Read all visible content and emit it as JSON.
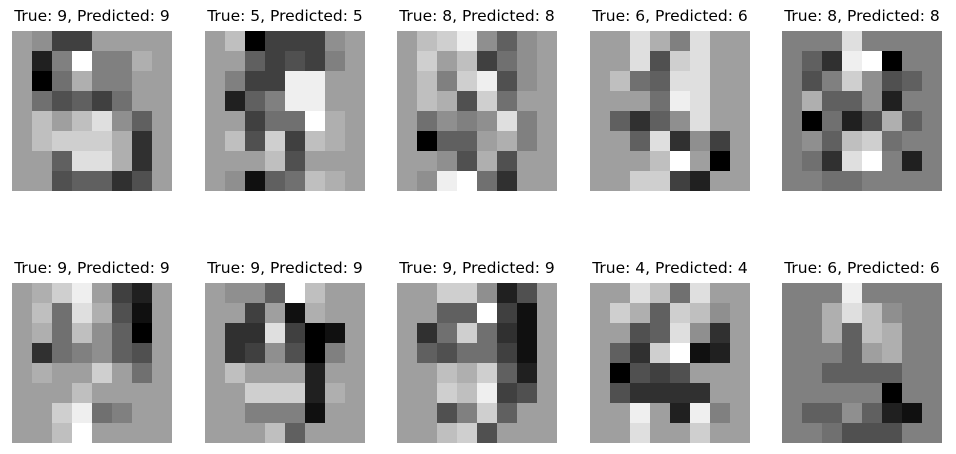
{
  "figure": {
    "panels": [
      {
        "title": "True: 9, Predicted: 9",
        "pixels": [
          [
            6,
            7,
            12,
            12,
            6,
            6,
            6,
            6
          ],
          [
            6,
            14,
            8,
            0,
            8,
            8,
            5,
            6
          ],
          [
            6,
            16,
            9,
            5,
            8,
            8,
            6,
            6
          ],
          [
            6,
            9,
            11,
            10,
            12,
            9,
            6,
            6
          ],
          [
            6,
            4,
            6,
            4,
            2,
            7,
            10,
            6
          ],
          [
            6,
            4,
            3,
            3,
            3,
            5,
            13,
            6
          ],
          [
            6,
            6,
            10,
            2,
            2,
            5,
            13,
            6
          ],
          [
            6,
            6,
            11,
            10,
            10,
            13,
            11,
            6
          ]
        ]
      },
      {
        "title": "True: 5, Predicted: 5",
        "pixels": [
          [
            6,
            4,
            16,
            12,
            12,
            12,
            7,
            6
          ],
          [
            6,
            6,
            10,
            12,
            11,
            12,
            8,
            6
          ],
          [
            6,
            8,
            12,
            12,
            1,
            1,
            6,
            6
          ],
          [
            6,
            14,
            10,
            8,
            1,
            1,
            6,
            6
          ],
          [
            6,
            6,
            12,
            9,
            9,
            0,
            5,
            6
          ],
          [
            6,
            4,
            11,
            3,
            12,
            4,
            5,
            6
          ],
          [
            6,
            6,
            6,
            4,
            11,
            6,
            6,
            6
          ],
          [
            6,
            7,
            15,
            10,
            9,
            4,
            5,
            6
          ]
        ]
      },
      {
        "title": "True: 8, Predicted: 8",
        "pixels": [
          [
            6,
            4,
            3,
            1,
            7,
            10,
            7,
            6
          ],
          [
            6,
            3,
            6,
            4,
            12,
            9,
            7,
            6
          ],
          [
            6,
            4,
            8,
            3,
            1,
            11,
            7,
            6
          ],
          [
            6,
            4,
            5,
            11,
            3,
            9,
            6,
            6
          ],
          [
            6,
            9,
            7,
            8,
            7,
            2,
            8,
            6
          ],
          [
            6,
            16,
            10,
            10,
            6,
            5,
            8,
            6
          ],
          [
            6,
            6,
            7,
            11,
            5,
            11,
            6,
            6
          ],
          [
            6,
            7,
            1,
            0,
            9,
            13,
            6,
            6
          ]
        ]
      },
      {
        "title": "True: 6, Predicted: 6",
        "pixels": [
          [
            6,
            6,
            2,
            5,
            8,
            2,
            6,
            6
          ],
          [
            6,
            6,
            2,
            11,
            3,
            2,
            6,
            6
          ],
          [
            6,
            4,
            9,
            10,
            2,
            2,
            6,
            6
          ],
          [
            6,
            6,
            6,
            9,
            1,
            2,
            6,
            6
          ],
          [
            6,
            10,
            13,
            10,
            7,
            2,
            6,
            6
          ],
          [
            6,
            6,
            10,
            2,
            13,
            7,
            12,
            6
          ],
          [
            6,
            6,
            6,
            4,
            0,
            6,
            16,
            6
          ],
          [
            6,
            6,
            3,
            3,
            12,
            14,
            6,
            6
          ]
        ]
      },
      {
        "title": "True: 8, Predicted: 8",
        "pixels": [
          [
            8,
            8,
            8,
            2,
            8,
            8,
            8,
            8
          ],
          [
            8,
            10,
            13,
            1,
            0,
            16,
            8,
            8
          ],
          [
            8,
            11,
            8,
            3,
            7,
            11,
            10,
            8
          ],
          [
            8,
            5,
            10,
            10,
            7,
            14,
            8,
            8
          ],
          [
            8,
            16,
            9,
            14,
            11,
            5,
            10,
            8
          ],
          [
            8,
            7,
            10,
            4,
            3,
            9,
            8,
            8
          ],
          [
            8,
            9,
            13,
            2,
            0,
            8,
            14,
            8
          ],
          [
            8,
            8,
            9,
            9,
            8,
            8,
            8,
            8
          ]
        ]
      },
      {
        "title": "True: 9, Predicted: 9",
        "pixels": [
          [
            6,
            5,
            3,
            1,
            6,
            12,
            14,
            6
          ],
          [
            6,
            4,
            9,
            2,
            5,
            11,
            15,
            6
          ],
          [
            6,
            5,
            9,
            4,
            7,
            10,
            16,
            6
          ],
          [
            6,
            13,
            9,
            8,
            7,
            10,
            11,
            6
          ],
          [
            6,
            5,
            6,
            6,
            3,
            6,
            9,
            6
          ],
          [
            6,
            6,
            6,
            4,
            6,
            6,
            6,
            6
          ],
          [
            6,
            6,
            3,
            1,
            9,
            8,
            6,
            6
          ],
          [
            6,
            6,
            4,
            0,
            6,
            6,
            6,
            6
          ]
        ]
      },
      {
        "title": "True: 9, Predicted: 9",
        "pixels": [
          [
            6,
            7,
            7,
            10,
            0,
            4,
            6,
            6
          ],
          [
            6,
            6,
            12,
            6,
            15,
            5,
            6,
            6
          ],
          [
            6,
            13,
            13,
            2,
            12,
            16,
            15,
            6
          ],
          [
            6,
            13,
            12,
            7,
            11,
            16,
            8,
            6
          ],
          [
            6,
            4,
            6,
            6,
            6,
            14,
            6,
            6
          ],
          [
            6,
            6,
            3,
            3,
            3,
            14,
            5,
            6
          ],
          [
            6,
            6,
            8,
            8,
            8,
            15,
            6,
            6
          ],
          [
            6,
            6,
            6,
            4,
            10,
            6,
            6,
            6
          ]
        ]
      },
      {
        "title": "True: 9, Predicted: 9",
        "pixels": [
          [
            6,
            6,
            3,
            3,
            7,
            14,
            11,
            6
          ],
          [
            6,
            6,
            10,
            10,
            0,
            12,
            15,
            6
          ],
          [
            6,
            13,
            9,
            3,
            9,
            13,
            15,
            6
          ],
          [
            6,
            10,
            11,
            9,
            9,
            12,
            15,
            6
          ],
          [
            6,
            6,
            4,
            5,
            3,
            10,
            14,
            6
          ],
          [
            6,
            6,
            3,
            4,
            1,
            12,
            11,
            6
          ],
          [
            6,
            6,
            11,
            8,
            3,
            10,
            6,
            6
          ],
          [
            6,
            6,
            4,
            3,
            11,
            6,
            6,
            6
          ]
        ]
      },
      {
        "title": "True: 4, Predicted: 4",
        "pixels": [
          [
            6,
            6,
            2,
            4,
            9,
            2,
            6,
            6
          ],
          [
            6,
            3,
            5,
            10,
            3,
            4,
            7,
            6
          ],
          [
            6,
            6,
            11,
            10,
            2,
            7,
            13,
            6
          ],
          [
            6,
            10,
            13,
            3,
            0,
            15,
            14,
            6
          ],
          [
            6,
            16,
            11,
            12,
            11,
            6,
            6,
            6
          ],
          [
            6,
            11,
            13,
            13,
            13,
            13,
            6,
            6
          ],
          [
            6,
            6,
            1,
            6,
            14,
            1,
            8,
            6
          ],
          [
            6,
            6,
            2,
            6,
            6,
            3,
            6,
            6
          ]
        ]
      },
      {
        "title": "True: 6, Predicted: 6",
        "pixels": [
          [
            8,
            8,
            8,
            1,
            8,
            8,
            8,
            8
          ],
          [
            8,
            8,
            5,
            2,
            4,
            7,
            8,
            8
          ],
          [
            8,
            8,
            5,
            10,
            4,
            5,
            8,
            8
          ],
          [
            8,
            8,
            8,
            10,
            6,
            5,
            8,
            8
          ],
          [
            8,
            8,
            10,
            10,
            10,
            10,
            8,
            8
          ],
          [
            8,
            8,
            8,
            8,
            8,
            16,
            8,
            8
          ],
          [
            8,
            10,
            10,
            7,
            10,
            14,
            15,
            8
          ],
          [
            8,
            8,
            9,
            11,
            11,
            11,
            8,
            8
          ]
        ]
      }
    ]
  }
}
